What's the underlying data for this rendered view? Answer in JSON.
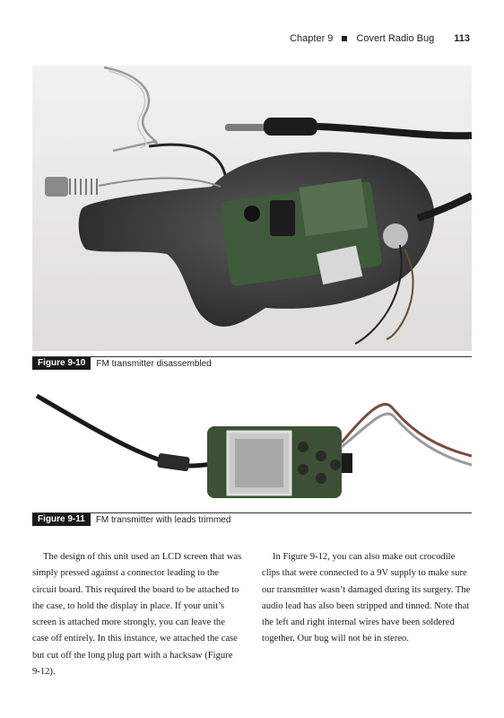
{
  "header": {
    "chapter": "Chapter 9",
    "title": "Covert Radio Bug",
    "page_number": "113"
  },
  "figures": [
    {
      "label": "Figure 9-10",
      "caption": "FM transmitter disassembled"
    },
    {
      "label": "Figure 9-11",
      "caption": "FM transmitter with leads trimmed"
    }
  ],
  "body": {
    "paragraph_left": "The design of this unit used an LCD screen that was simply pressed against a connector leading to the circuit board. This required the board to be attached to the case, to hold the display in place. If your unit’s screen is attached more strongly, you can leave the case off entirely. In this instance, we attached the case but cut off the long plug part with a hacksaw (Figure 9-12).",
    "paragraph_right": "In Figure 9-12, you can also make out crocodile clips that were connected to a 9V supply to make sure our transmitter wasn’t damaged during its surgery. The audio lead has also been stripped and tinned. Note that the left and right internal wires have been soldered together. Our bug will not be in stereo."
  },
  "colors": {
    "caption_label_bg": "#1a1a1a",
    "pcb_green": "#3f5a3a",
    "case_dark": "#3a3a3a"
  }
}
